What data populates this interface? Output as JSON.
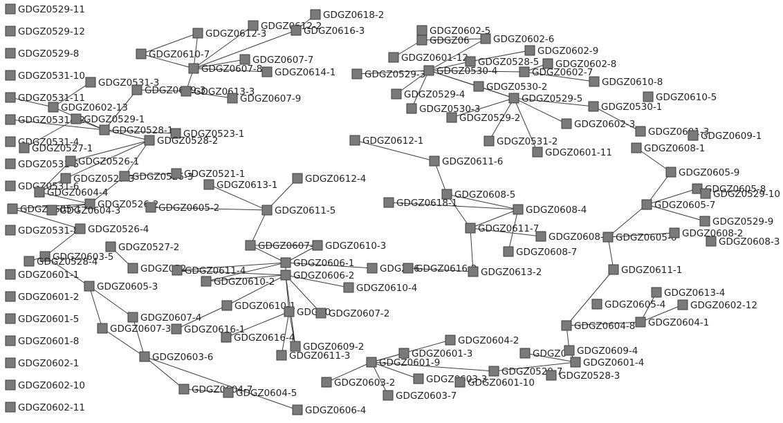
{
  "nodes": [
    {
      "id": "GDGZ0529-11",
      "label": "GDGZ0529-11"
    },
    {
      "id": "GDGZ0529-12",
      "label": "GDGZ0529-12"
    },
    {
      "id": "GDGZ0529-8",
      "label": "GDGZ0529-8"
    },
    {
      "id": "GDGZ0531-10",
      "label": "GDGZ0531-10"
    },
    {
      "id": "GDGZ0531-11",
      "label": "GDGZ0531-11"
    },
    {
      "id": "GDGZ0531-12",
      "label": "GDGZ0531-12"
    },
    {
      "id": "GDGZ0531-4",
      "label": "GDGZ0531-4"
    },
    {
      "id": "GDGZ0531-5",
      "label": "GDGZ0531-5"
    },
    {
      "id": "GDGZ0531-6",
      "label": "GDGZ0531-6"
    },
    {
      "id": "GDGZ0531-8",
      "label": "GDGZ0531-8"
    },
    {
      "id": "GDGZ0601-1",
      "label": "GDGZ0601-1"
    },
    {
      "id": "GDGZ0601-2",
      "label": "GDGZ0601-2"
    },
    {
      "id": "GDGZ0601-5",
      "label": "GDGZ0601-5"
    },
    {
      "id": "GDGZ0601-8",
      "label": "GDGZ0601-8"
    },
    {
      "id": "GDGZ0602-1",
      "label": "GDGZ0602-1"
    },
    {
      "id": "GDGZ0602-10",
      "label": "GDGZ0602-10"
    },
    {
      "id": "GDGZ0602-11",
      "label": "GDGZ0602-11"
    },
    {
      "id": "GDGZ0605-1",
      "label": "GDGZ0605-1"
    },
    {
      "id": "GDGZ0602-13",
      "label": "GDGZ0602-13"
    },
    {
      "id": "GDGZ0531-3",
      "label": "GDGZ0531-3"
    },
    {
      "id": "GDGZ0529-1",
      "label": "GDGZ0529-1"
    },
    {
      "id": "GDGZ0527-1",
      "label": "GDGZ0527-1"
    },
    {
      "id": "GDGZ0528-1",
      "label": "GDGZ0528-1"
    },
    {
      "id": "GDGZ0523-1",
      "label": "GDGZ0523-1"
    },
    {
      "id": "GDGZ0528-2",
      "label": "GDGZ0528-2"
    },
    {
      "id": "GDGZ0526-1",
      "label": "GDGZ0526-1"
    },
    {
      "id": "GDGZ0527-3",
      "label": "GDGZ0527-3"
    },
    {
      "id": "GDGZ0526-3",
      "label": "GDGZ0526-3"
    },
    {
      "id": "GDGZ0521-1",
      "label": "GDGZ0521-1"
    },
    {
      "id": "GDGZ0604-4",
      "label": "GDGZ0604-4"
    },
    {
      "id": "GDGZ0526-2",
      "label": "GDGZ0526-2"
    },
    {
      "id": "GDGZ0604-3",
      "label": "GDGZ0604-3"
    },
    {
      "id": "GDGZ0526-4",
      "label": "GDGZ0526-4"
    },
    {
      "id": "GDGZ0527-2",
      "label": "GDGZ0527-2"
    },
    {
      "id": "GDGZ0603-5",
      "label": "GDGZ0603-5"
    },
    {
      "id": "GDGZ0528-4",
      "label": "GDGZ0528-4"
    },
    {
      "id": "GDGZ0605-3",
      "label": "GDGZ0605-3"
    },
    {
      "id": "GDGZ0607-4",
      "label": "GDGZ0607-4"
    },
    {
      "id": "GDGZ0607-3",
      "label": "GDGZ0607-3"
    },
    {
      "id": "GDGZ0603-6",
      "label": "GDGZ0603-6"
    },
    {
      "id": "GDGZ0604-7",
      "label": "GDGZ0604-7"
    },
    {
      "id": "GDGZ0604-5",
      "label": "GDGZ0604-5"
    },
    {
      "id": "GDGZ0606-4",
      "label": "GDGZ0606-4"
    },
    {
      "id": "GDGZ0610-7",
      "label": "GDGZ0610-7"
    },
    {
      "id": "GDGZ0612-3",
      "label": "GDGZ0612-3"
    },
    {
      "id": "GDGZ0612-2",
      "label": "GDGZ0612-2"
    },
    {
      "id": "GDGZ0618-2",
      "label": "GDGZ0618-2"
    },
    {
      "id": "GDGZ0616-3",
      "label": "GDGZ0616-3"
    },
    {
      "id": "GDGZ0607-7",
      "label": "GDGZ0607-7"
    },
    {
      "id": "GDGZ0607-8",
      "label": "GDGZ0607-8"
    },
    {
      "id": "GDGZ0614-1",
      "label": "GDGZ0614-1"
    },
    {
      "id": "GDGZ0609-3",
      "label": "GDGZ0609-3"
    },
    {
      "id": "GDGZ0613-3",
      "label": "GDGZ0613-3"
    },
    {
      "id": "GDGZ0607-9",
      "label": "GDGZ0607-9"
    },
    {
      "id": "GDGZ0605-2",
      "label": "GDGZ0605-2"
    },
    {
      "id": "GDGZ0613-1",
      "label": "GDGZ0613-1"
    },
    {
      "id": "GDGZ0612-4",
      "label": "GDGZ0612-4"
    },
    {
      "id": "GDGZ0611-5",
      "label": "GDGZ0611-5"
    },
    {
      "id": "GDGZ0607-1",
      "label": "GDGZ0607-1"
    },
    {
      "id": "GDGZ0610-3",
      "label": "GDGZ0610-3"
    },
    {
      "id": "GDGZ0528-5b",
      "label": "GDGZ052"
    },
    {
      "id": "GDGZ0611-4",
      "label": "GDGZ0611-4"
    },
    {
      "id": "GDGZ0606-1",
      "label": "GDGZ0606-1"
    },
    {
      "id": "GDGZ0606-x",
      "label": "GDGZ06"
    },
    {
      "id": "GDGZ0610-2",
      "label": "GDGZ0610-2"
    },
    {
      "id": "GDGZ0606-2",
      "label": "GDGZ0606-2"
    },
    {
      "id": "GDGZ0610-4",
      "label": "GDGZ0610-4"
    },
    {
      "id": "GDGZ0610-1",
      "label": "GDGZ0610-1"
    },
    {
      "id": "GDGZ0607-x",
      "label": "GDGZ0"
    },
    {
      "id": "GDGZ0607-2",
      "label": "GDGZ0607-2"
    },
    {
      "id": "GDGZ0616-1",
      "label": "GDGZ0616-1"
    },
    {
      "id": "GDGZ0616-4",
      "label": "GDGZ0616-4"
    },
    {
      "id": "GDGZ0609-2",
      "label": "GDGZ0609-2"
    },
    {
      "id": "GDGZ0611-3",
      "label": "GDGZ0611-3"
    },
    {
      "id": "GDGZ0616-2",
      "label": "GDGZ0616-2"
    },
    {
      "id": "GDGZ0613-2",
      "label": "GDGZ0613-2"
    },
    {
      "id": "GDGZ0602-5",
      "label": "GDGZ0602-5"
    },
    {
      "id": "GDGZ0602-x",
      "label": "GDGZ06"
    },
    {
      "id": "GDGZ0602-6",
      "label": "GDGZ0602-6"
    },
    {
      "id": "GDGZ0602-9",
      "label": "GDGZ0602-9"
    },
    {
      "id": "GDGZ0601-12",
      "label": "GDGZ0601-12"
    },
    {
      "id": "GDGZ0528-5",
      "label": "GDGZ0528-5"
    },
    {
      "id": "GDGZ0602-8",
      "label": "GDGZ0602-8"
    },
    {
      "id": "GDGZ0529-3",
      "label": "GDGZ0529-3"
    },
    {
      "id": "GDGZ0530-4",
      "label": "GDGZ0530-4"
    },
    {
      "id": "GDGZ0602-7",
      "label": "GDGZ0602-7"
    },
    {
      "id": "GDGZ0610-8",
      "label": "GDGZ0610-8"
    },
    {
      "id": "GDGZ0530-2",
      "label": "GDGZ0530-2"
    },
    {
      "id": "GDGZ0529-4",
      "label": "GDGZ0529-4"
    },
    {
      "id": "GDGZ0529-5",
      "label": "GDGZ0529-5"
    },
    {
      "id": "GDGZ0610-5",
      "label": "GDGZ0610-5"
    },
    {
      "id": "GDGZ0530-1",
      "label": "GDGZ0530-1"
    },
    {
      "id": "GDGZ0530-3",
      "label": "GDGZ0530-3"
    },
    {
      "id": "GDGZ0529-2",
      "label": "GDGZ0529-2"
    },
    {
      "id": "GDGZ0602-3",
      "label": "GDGZ0602-3"
    },
    {
      "id": "GDGZ0601-3b",
      "label": "GDGZ0601-3"
    },
    {
      "id": "GDGZ0609-1",
      "label": "GDGZ0609-1"
    },
    {
      "id": "GDGZ0531-2",
      "label": "GDGZ0531-2"
    },
    {
      "id": "GDGZ0601-11",
      "label": "GDGZ0601-11"
    },
    {
      "id": "GDGZ0608-1",
      "label": "GDGZ0608-1"
    },
    {
      "id": "GDGZ0612-1",
      "label": "GDGZ0612-1"
    },
    {
      "id": "GDGZ0611-6",
      "label": "GDGZ0611-6"
    },
    {
      "id": "GDGZ0605-9",
      "label": "GDGZ0605-9"
    },
    {
      "id": "GDGZ0608-5",
      "label": "GDGZ0608-5"
    },
    {
      "id": "GDGZ0605-8",
      "label": "GDGZ0605-8"
    },
    {
      "id": "GDGZ0529-10",
      "label": "GDGZ0529-10"
    },
    {
      "id": "GDGZ0618-1",
      "label": "GDGZ0618-1"
    },
    {
      "id": "GDGZ0608-4",
      "label": "GDGZ0608-4"
    },
    {
      "id": "GDGZ0605-7",
      "label": "GDGZ0605-7"
    },
    {
      "id": "GDGZ0529-9",
      "label": "GDGZ0529-9"
    },
    {
      "id": "GDGZ0611-7",
      "label": "GDGZ0611-7"
    },
    {
      "id": "GDGZ0608-6",
      "label": "GDGZ0608-6"
    },
    {
      "id": "GDGZ0605-6",
      "label": "GDGZ0605-6"
    },
    {
      "id": "GDGZ0608-2",
      "label": "GDGZ0608-2"
    },
    {
      "id": "GDGZ0608-3",
      "label": "GDGZ0608-3"
    },
    {
      "id": "GDGZ0608-7",
      "label": "GDGZ0608-7"
    },
    {
      "id": "GDGZ0611-1",
      "label": "GDGZ0611-1"
    },
    {
      "id": "GDGZ0613-4",
      "label": "GDGZ0613-4"
    },
    {
      "id": "GDGZ0605-4",
      "label": "GDGZ0605-4"
    },
    {
      "id": "GDGZ0602-12",
      "label": "GDGZ0602-12"
    },
    {
      "id": "GDGZ0604-8",
      "label": "GDGZ0604-8"
    },
    {
      "id": "GDGZ0604-1",
      "label": "GDGZ0604-1"
    },
    {
      "id": "GDGZ0604-2",
      "label": "GDGZ0604-2"
    },
    {
      "id": "GDGZ0601-3",
      "label": "GDGZ0601-3"
    },
    {
      "id": "GDGZ0609-x",
      "label": "GDGZ0"
    },
    {
      "id": "GDGZ0609-4",
      "label": "GDGZ0609-4"
    },
    {
      "id": "GDGZ0601-9",
      "label": "GDGZ0601-9"
    },
    {
      "id": "GDGZ0529-7",
      "label": "GDGZ0529-7"
    },
    {
      "id": "GDGZ0601-4",
      "label": "GDGZ0601-4"
    },
    {
      "id": "GDGZ0528-3",
      "label": "GDGZ0528-3"
    },
    {
      "id": "GDGZ0603-2",
      "label": "GDGZ0603-2"
    },
    {
      "id": "GDGZ0603-3",
      "label": "GDGZ0603-3"
    },
    {
      "id": "GDGZ0601-10",
      "label": "GDGZ0601-10"
    },
    {
      "id": "GDGZ0603-7",
      "label": "GDGZ0603-7"
    }
  ],
  "edges": [
    [
      "GDGZ0610-7",
      "GDGZ0612-3"
    ],
    [
      "GDGZ0612-3",
      "GDGZ0607-8"
    ],
    [
      "GDGZ0612-2",
      "GDGZ0607-8"
    ],
    [
      "GDGZ0618-2",
      "GDGZ0616-3"
    ],
    [
      "GDGZ0616-3",
      "GDGZ0607-8"
    ],
    [
      "GDGZ0607-7",
      "GDGZ0607-8"
    ],
    [
      "GDGZ0607-8",
      "GDGZ0614-1"
    ],
    [
      "GDGZ0607-8",
      "GDGZ0613-3"
    ],
    [
      "GDGZ0613-3",
      "GDGZ0609-3"
    ],
    [
      "GDGZ0610-7",
      "GDGZ0607-8"
    ],
    [
      "GDGZ0613-3",
      "GDGZ0607-9"
    ],
    [
      "GDGZ0609-3",
      "GDGZ0528-1"
    ],
    [
      "GDGZ0531-11",
      "GDGZ0602-13"
    ],
    [
      "GDGZ0531-3",
      "GDGZ0602-13"
    ],
    [
      "GDGZ0602-13",
      "GDGZ0528-1"
    ],
    [
      "GDGZ0529-1",
      "GDGZ0528-1"
    ],
    [
      "GDGZ0529-1",
      "GDGZ0527-1"
    ],
    [
      "GDGZ0531-12",
      "GDGZ0528-1"
    ],
    [
      "GDGZ0528-1",
      "GDGZ0528-2"
    ],
    [
      "GDGZ0528-1",
      "GDGZ0523-1"
    ],
    [
      "GDGZ0528-2",
      "GDGZ0526-1"
    ],
    [
      "GDGZ0528-2",
      "GDGZ0527-3"
    ],
    [
      "GDGZ0528-2",
      "GDGZ0526-3"
    ],
    [
      "GDGZ0526-1",
      "GDGZ0604-4"
    ],
    [
      "GDGZ0527-3",
      "GDGZ0604-4"
    ],
    [
      "GDGZ0604-4",
      "GDGZ0526-2"
    ],
    [
      "GDGZ0526-3",
      "GDGZ0526-2"
    ],
    [
      "GDGZ0521-1",
      "GDGZ0526-3"
    ],
    [
      "GDGZ0526-2",
      "GDGZ0605-1"
    ],
    [
      "GDGZ0604-3",
      "GDGZ0526-2"
    ],
    [
      "GDGZ0605-1",
      "GDGZ0526-4"
    ],
    [
      "GDGZ0526-4",
      "GDGZ0603-5"
    ],
    [
      "GDGZ0603-5",
      "GDGZ0528-4"
    ],
    [
      "GDGZ0527-2",
      "GDGZ0528-5b"
    ],
    [
      "GDGZ0603-5",
      "GDGZ0605-3"
    ],
    [
      "GDGZ0605-3",
      "GDGZ0607-4"
    ],
    [
      "GDGZ0605-3",
      "GDGZ0607-3"
    ],
    [
      "GDGZ0607-3",
      "GDGZ0603-6"
    ],
    [
      "GDGZ0607-4",
      "GDGZ0603-6"
    ],
    [
      "GDGZ0603-6",
      "GDGZ0604-7"
    ],
    [
      "GDGZ0603-6",
      "GDGZ0606-4"
    ],
    [
      "GDGZ0604-7",
      "GDGZ0604-5"
    ],
    [
      "GDGZ0613-1",
      "GDGZ0611-5"
    ],
    [
      "GDGZ0612-4",
      "GDGZ0611-5"
    ],
    [
      "GDGZ0611-5",
      "GDGZ0607-1"
    ],
    [
      "GDGZ0605-2",
      "GDGZ0611-5"
    ],
    [
      "GDGZ0607-1",
      "GDGZ0610-3"
    ],
    [
      "GDGZ0607-1",
      "GDGZ0606-1"
    ],
    [
      "GDGZ0610-3",
      "GDGZ0606-1"
    ],
    [
      "GDGZ0611-4",
      "GDGZ0606-1"
    ],
    [
      "GDGZ0606-1",
      "GDGZ0606-x"
    ],
    [
      "GDGZ0606-1",
      "GDGZ0606-2"
    ],
    [
      "GDGZ0610-2",
      "GDGZ0606-1"
    ],
    [
      "GDGZ0611-4",
      "GDGZ0606-2"
    ],
    [
      "GDGZ0610-2",
      "GDGZ0606-2"
    ],
    [
      "GDGZ0606-2",
      "GDGZ0610-4"
    ],
    [
      "GDGZ0606-2",
      "GDGZ0610-1"
    ],
    [
      "GDGZ0606-2",
      "GDGZ0607-x"
    ],
    [
      "GDGZ0606-2",
      "GDGZ0607-2"
    ],
    [
      "GDGZ0610-1",
      "GDGZ0616-1"
    ],
    [
      "GDGZ0616-4",
      "GDGZ0607-x"
    ],
    [
      "GDGZ0607-x",
      "GDGZ0609-2"
    ],
    [
      "GDGZ0607-x",
      "GDGZ0611-3"
    ],
    [
      "GDGZ0606-2",
      "GDGZ0609-2"
    ],
    [
      "GDGZ0616-2",
      "GDGZ0613-2"
    ],
    [
      "GDGZ0602-5",
      "GDGZ0602-x"
    ],
    [
      "GDGZ0602-x",
      "GDGZ0602-6"
    ],
    [
      "GDGZ0602-x",
      "GDGZ0601-12"
    ],
    [
      "GDGZ0602-6",
      "GDGZ0530-4"
    ],
    [
      "GDGZ0602-9",
      "GDGZ0528-5"
    ],
    [
      "GDGZ0528-5",
      "GDGZ0530-4"
    ],
    [
      "GDGZ0602-8",
      "GDGZ0602-7"
    ],
    [
      "GDGZ0529-3",
      "GDGZ0530-4"
    ],
    [
      "GDGZ0530-4",
      "GDGZ0602-7"
    ],
    [
      "GDGZ0602-7",
      "GDGZ0610-8"
    ],
    [
      "GDGZ0530-4",
      "GDGZ0530-2"
    ],
    [
      "GDGZ0530-4",
      "GDGZ0529-4"
    ],
    [
      "GDGZ0530-4",
      "GDGZ0529-5"
    ],
    [
      "GDGZ0530-4",
      "GDGZ0530-3"
    ],
    [
      "GDGZ0530-2",
      "GDGZ0529-5"
    ],
    [
      "GDGZ0529-5",
      "GDGZ0530-1"
    ],
    [
      "GDGZ0529-5",
      "GDGZ0602-3"
    ],
    [
      "GDGZ0529-5",
      "GDGZ0529-2"
    ],
    [
      "GDGZ0529-5",
      "GDGZ0531-2"
    ],
    [
      "GDGZ0529-5",
      "GDGZ0601-11"
    ],
    [
      "GDGZ0530-1",
      "GDGZ0601-3b"
    ],
    [
      "GDGZ0612-1",
      "GDGZ0611-6"
    ],
    [
      "GDGZ0611-6",
      "GDGZ0608-5"
    ],
    [
      "GDGZ0608-5",
      "GDGZ0611-7"
    ],
    [
      "GDGZ0608-5",
      "GDGZ0608-4"
    ],
    [
      "GDGZ0618-1",
      "GDGZ0608-4"
    ],
    [
      "GDGZ0608-4",
      "GDGZ0611-7"
    ],
    [
      "GDGZ0608-4",
      "GDGZ0608-7"
    ],
    [
      "GDGZ0611-7",
      "GDGZ0608-6"
    ],
    [
      "GDGZ0611-7",
      "GDGZ0613-2"
    ],
    [
      "GDGZ0608-1",
      "GDGZ0605-9"
    ],
    [
      "GDGZ0605-9",
      "GDGZ0605-7"
    ],
    [
      "GDGZ0605-7",
      "GDGZ0605-8"
    ],
    [
      "GDGZ0605-7",
      "GDGZ0605-6"
    ],
    [
      "GDGZ0605-7",
      "GDGZ0529-9"
    ],
    [
      "GDGZ0605-6",
      "GDGZ0608-2"
    ],
    [
      "GDGZ0605-6",
      "GDGZ0611-1"
    ],
    [
      "GDGZ0611-1",
      "GDGZ0604-8"
    ],
    [
      "GDGZ0613-4",
      "GDGZ0604-1"
    ],
    [
      "GDGZ0602-12",
      "GDGZ0604-1"
    ],
    [
      "GDGZ0604-8",
      "GDGZ0604-1"
    ],
    [
      "GDGZ0604-8",
      "GDGZ0609-4"
    ],
    [
      "GDGZ0609-4",
      "GDGZ0601-4"
    ],
    [
      "GDGZ0609-x",
      "GDGZ0601-4"
    ],
    [
      "GDGZ0601-4",
      "GDGZ0529-7"
    ],
    [
      "GDGZ0529-7",
      "GDGZ0601-9"
    ],
    [
      "GDGZ0604-2",
      "GDGZ0601-9"
    ],
    [
      "GDGZ0601-3",
      "GDGZ0601-9"
    ],
    [
      "GDGZ0601-9",
      "GDGZ0603-2"
    ],
    [
      "GDGZ0601-9",
      "GDGZ0603-3"
    ],
    [
      "GDGZ0601-9",
      "GDGZ0603-7"
    ]
  ]
}
